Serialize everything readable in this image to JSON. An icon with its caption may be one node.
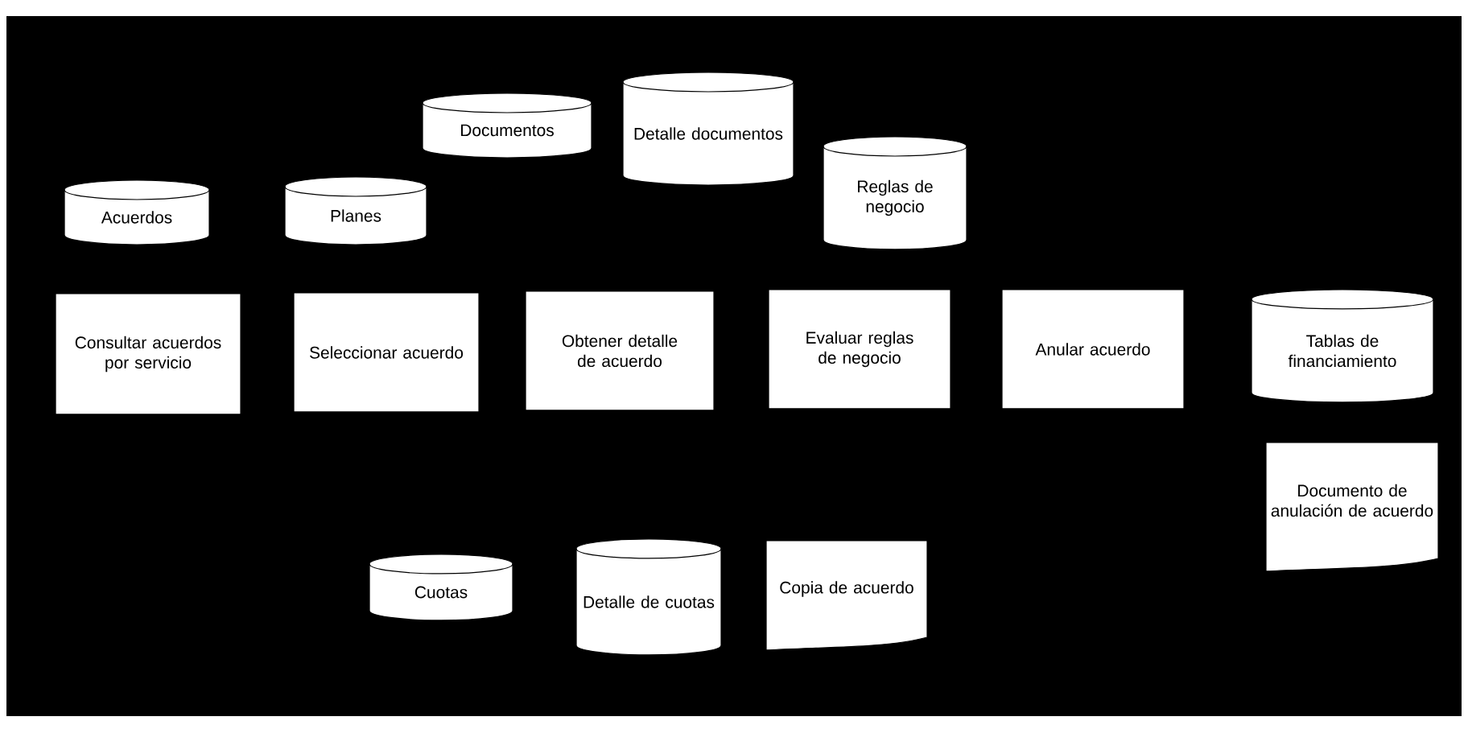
{
  "diagram": {
    "nodes": [
      {
        "text": [
          "Documentos"
        ]
      },
      {
        "text": [
          "Detalle documentos"
        ]
      },
      {
        "text": [
          "Acuerdos"
        ]
      },
      {
        "text": [
          "Planes"
        ]
      },
      {
        "text": [
          "Reglas de negocio"
        ]
      },
      {
        "text": [
          "Consultar acuerdos por servicio"
        ]
      },
      {
        "text": [
          "Seleccionar acuerdo"
        ]
      },
      {
        "text": [
          "Obtener detalle de acuerdo"
        ]
      },
      {
        "text": [
          "Evaluar reglas de negocio"
        ]
      },
      {
        "text": [
          "Anular acuerdo"
        ]
      },
      {
        "text": [
          "Tablas de financiamiento"
        ]
      },
      {
        "text": [
          "Documento de anulación de acuerdo"
        ]
      },
      {
        "text": [
          "Cuotas"
        ]
      },
      {
        "text": [
          "Detalle de cuotas"
        ]
      },
      {
        "text": [
          "Copia de acuerdo"
        ]
      }
    ]
  }
}
